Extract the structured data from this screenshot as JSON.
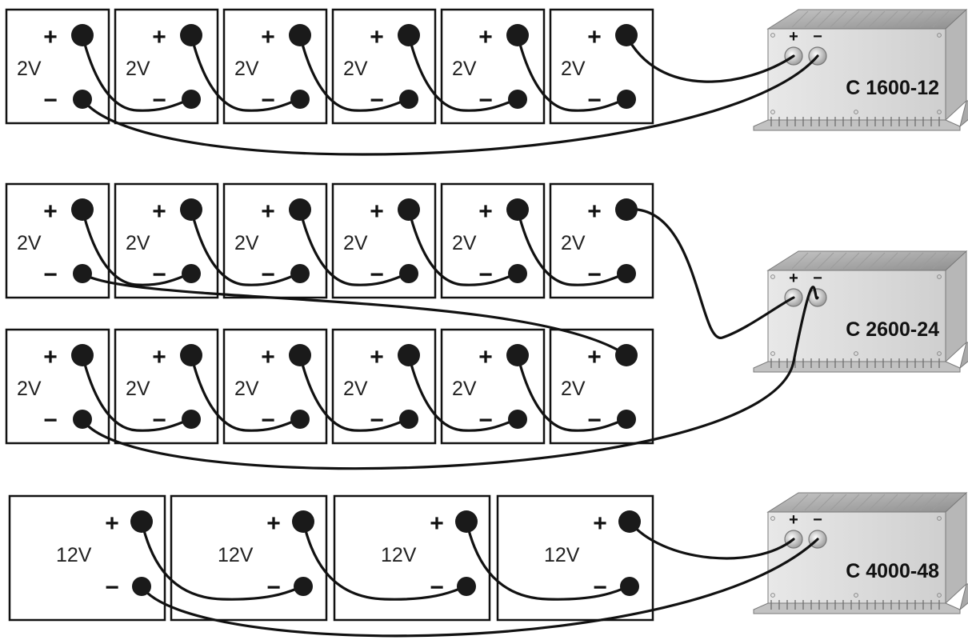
{
  "rows": [
    {
      "cells": [
        "2V",
        "2V",
        "2V",
        "2V",
        "2V",
        "2V"
      ]
    },
    {
      "cells": [
        "2V",
        "2V",
        "2V",
        "2V",
        "2V",
        "2V"
      ]
    },
    {
      "cells": [
        "2V",
        "2V",
        "2V",
        "2V",
        "2V",
        "2V"
      ]
    },
    {
      "cells": [
        "12V",
        "12V",
        "12V",
        "12V"
      ]
    }
  ],
  "terminal_signs": {
    "positive": "+",
    "negative": "−"
  },
  "chargers": [
    {
      "model": "C 1600-12",
      "plus": "+",
      "minus": "−"
    },
    {
      "model": "C 2600-24",
      "plus": "+",
      "minus": "−"
    },
    {
      "model": "C 4000-48",
      "plus": "+",
      "minus": "−"
    }
  ],
  "colors": {
    "line": "#111111",
    "terminal": "#1a1a1a",
    "charger_body": "#d6d6d6",
    "charger_top": "#a9a9a9"
  }
}
